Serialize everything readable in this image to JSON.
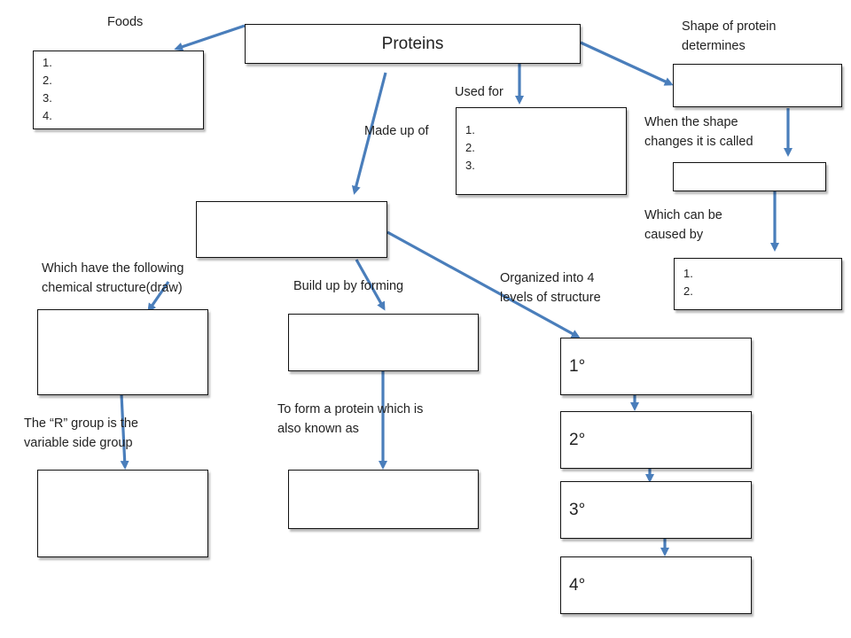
{
  "title": "Proteins",
  "labels": {
    "foods": "Foods",
    "shape_determines": [
      "Shape of protein",
      "determines"
    ],
    "used_for": "Used for",
    "made_up_of": "Made up of",
    "shape_changes": [
      "When the shape",
      "changes it is called"
    ],
    "caused_by": [
      "Which can be",
      "caused by"
    ],
    "chemical_structure": [
      "Which have the following",
      "chemical structure(draw)"
    ],
    "build_up": "Build up by forming",
    "organized": [
      "Organized into 4",
      "levels of structure"
    ],
    "r_group": [
      "The “R” group is the",
      "variable side group"
    ],
    "form_protein": [
      "To form a protein which is",
      "also known as"
    ]
  },
  "lists": {
    "foods": [
      "1.",
      "2.",
      "3.",
      "4."
    ],
    "used_for": [
      "1.",
      "2.",
      "3."
    ],
    "caused_by": [
      "1.",
      "2."
    ]
  },
  "levels": [
    "1°",
    "2°",
    "3°",
    "4°"
  ],
  "colors": {
    "arrow": "#4a7ebb",
    "border": "#111111"
  }
}
